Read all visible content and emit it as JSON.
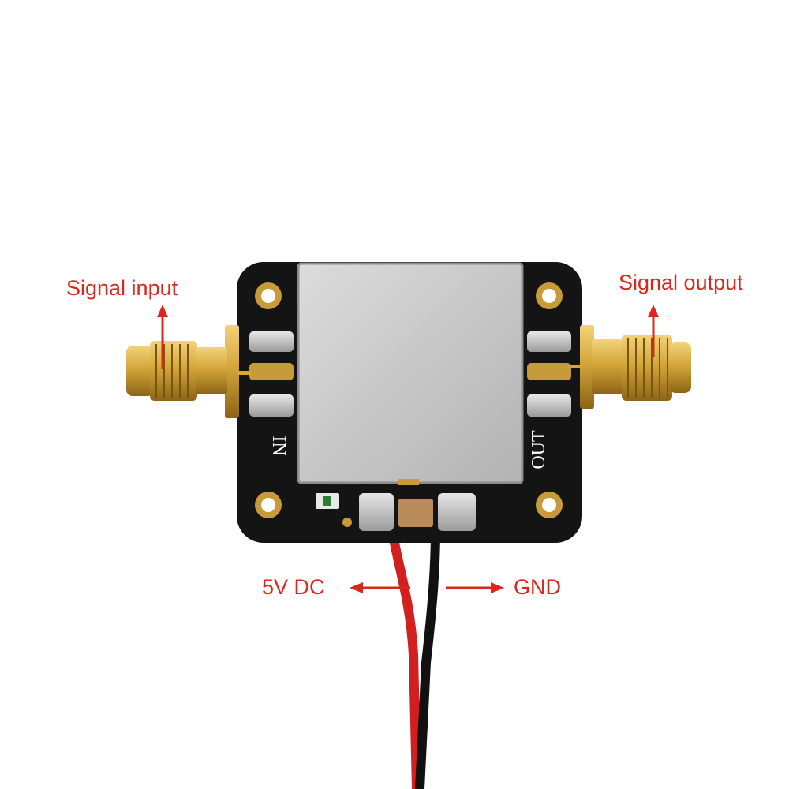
{
  "annotations": {
    "signal_input": "Signal input",
    "signal_output": "Signal output",
    "power": "5V DC",
    "ground": "GND"
  },
  "silkscreen": {
    "input": "IN",
    "output": "OUT"
  },
  "colors": {
    "annotation_text": "#d9271c",
    "arrow": "#d9271c",
    "pcb": "#141414",
    "shield": "#c9c9c9",
    "connector_gold": "#d4a63a",
    "pad_gold": "#c79a3a",
    "red_wire": "#d22020",
    "black_wire": "#111111"
  }
}
